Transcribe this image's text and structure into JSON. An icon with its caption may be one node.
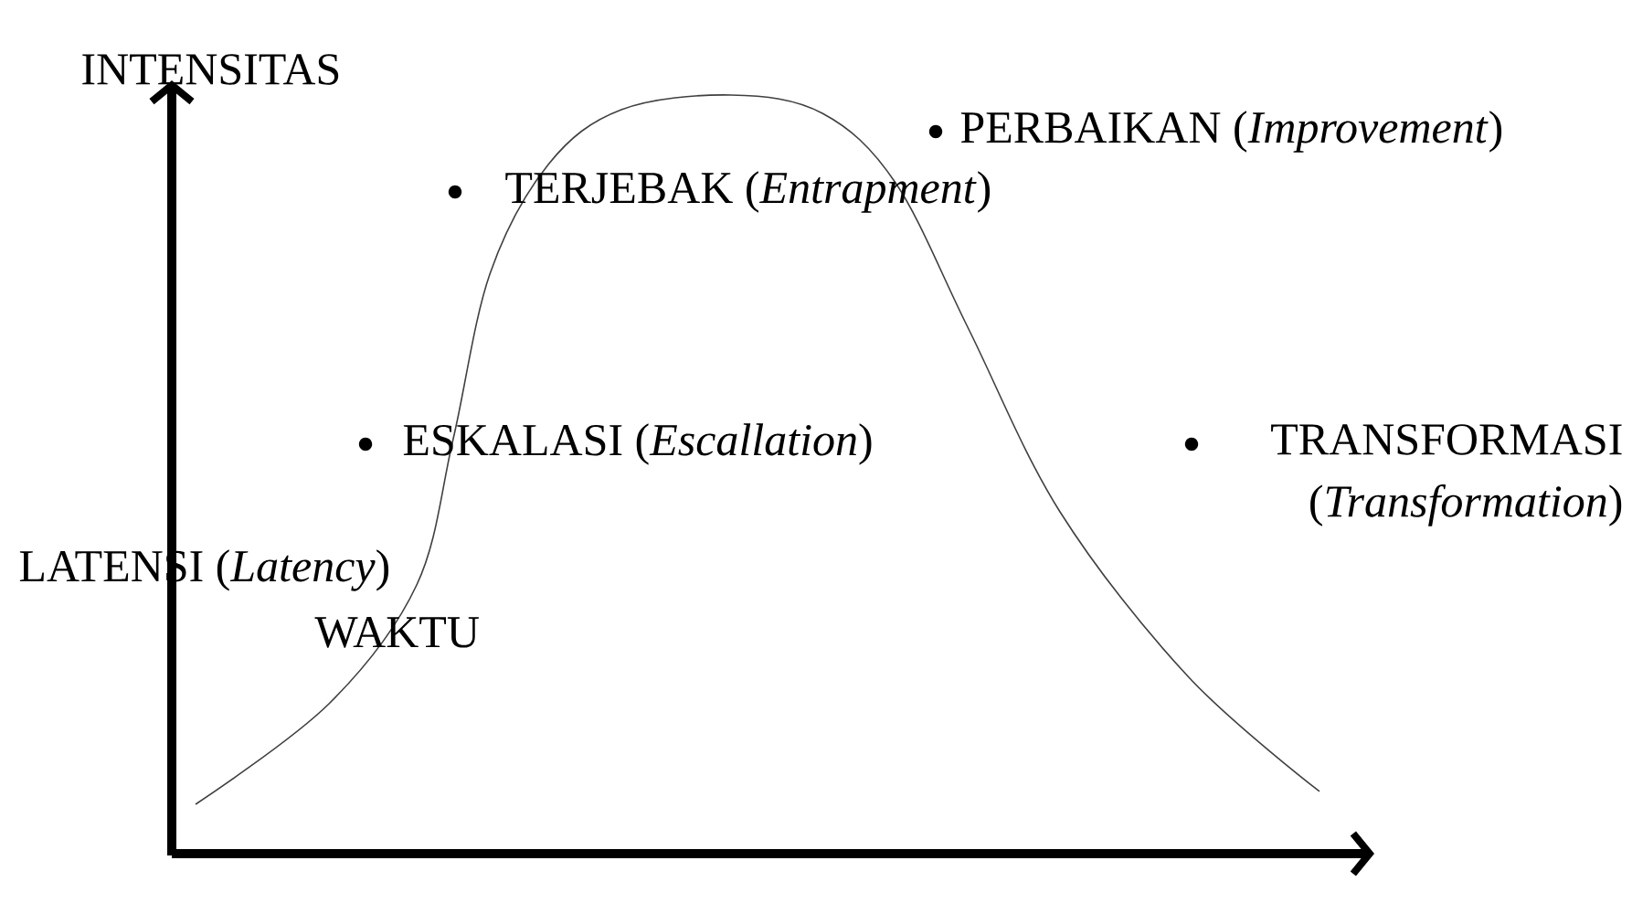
{
  "diagram": {
    "labels": [
      "INTENSITAS",
      "TERJEBAK (*Entrapment*)",
      "PERBAIKAN (*Improvement*)",
      "ESKALASI (*Escallation*)",
      "TRANSFORMASI (*Transformation*)",
      "LATENSI (*Latency*)",
      "WAKTU"
    ]
  }
}
